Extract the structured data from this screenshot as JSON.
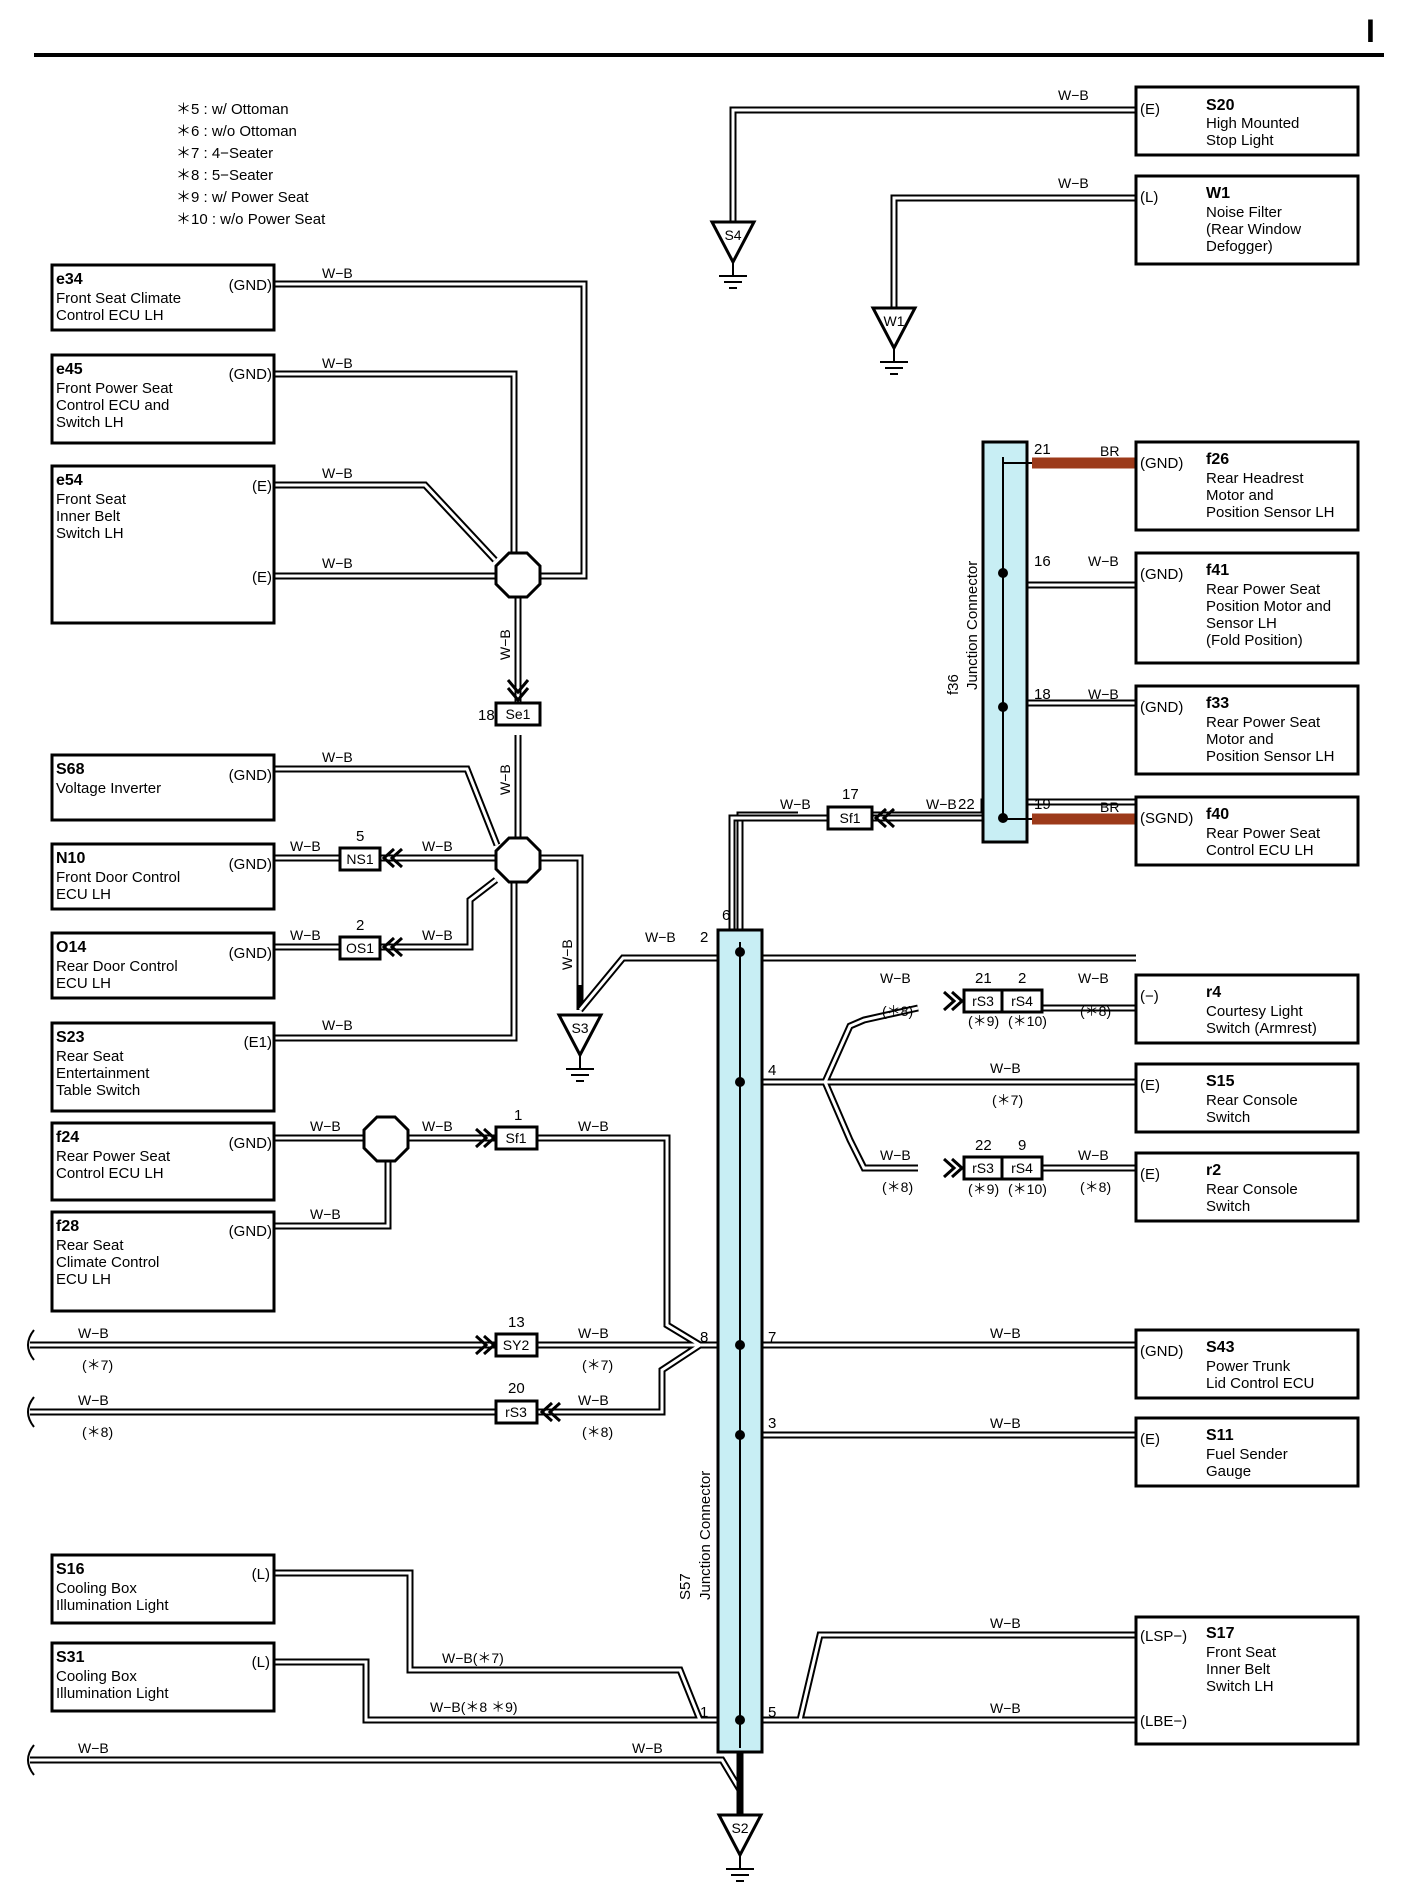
{
  "page": {
    "corner_mark": "I"
  },
  "notes": [
    "＊5 : w/ Ottoman",
    "＊6 : w/o Ottoman",
    "＊7 : 4−Seater",
    "＊8 : 5−Seater",
    "＊9 : w/ Power Seat",
    "＊10 : w/o Power Seat"
  ],
  "wire_color": "W−B",
  "wire_color_br": "BR",
  "colors": {
    "junction_fill": "#c8eef4",
    "br_wire": "#9c3a1a"
  },
  "components": {
    "e34": {
      "code": "e34",
      "name": [
        "Front Seat Climate",
        "Control ECU LH"
      ],
      "pin": "(GND)"
    },
    "e45": {
      "code": "e45",
      "name": [
        "Front Power Seat",
        "Control ECU and",
        "Switch LH"
      ],
      "pin": "(GND)"
    },
    "e54": {
      "code": "e54",
      "name": [
        "Front Seat",
        "Inner Belt",
        "Switch LH"
      ],
      "pin1": "(E)",
      "pin2": "(E)"
    },
    "s68": {
      "code": "S68",
      "name": [
        "Voltage Inverter"
      ],
      "pin": "(GND)"
    },
    "n10": {
      "code": "N10",
      "name": [
        "Front Door Control",
        "ECU LH"
      ],
      "pin": "(GND)"
    },
    "o14": {
      "code": "O14",
      "name": [
        "Rear Door Control",
        "ECU LH"
      ],
      "pin": "(GND)"
    },
    "s23": {
      "code": "S23",
      "name": [
        "Rear Seat",
        "Entertainment",
        "Table Switch"
      ],
      "pin": "(E1)"
    },
    "f24": {
      "code": "f24",
      "name": [
        "Rear Power Seat",
        "Control ECU LH"
      ],
      "pin": "(GND)"
    },
    "f28": {
      "code": "f28",
      "name": [
        "Rear Seat",
        "Climate Control",
        "ECU LH"
      ],
      "pin": "(GND)"
    },
    "s16": {
      "code": "S16",
      "name": [
        "Cooling Box",
        "Illumination Light"
      ],
      "pin": "(L)"
    },
    "s31": {
      "code": "S31",
      "name": [
        "Cooling Box",
        "Illumination Light"
      ],
      "pin": "(L)"
    },
    "s20": {
      "code": "S20",
      "name": [
        "High Mounted",
        "Stop Light"
      ],
      "pin": "(E)"
    },
    "w1": {
      "code": "W1",
      "name": [
        "Noise Filter",
        "(Rear Window",
        " Defogger)"
      ],
      "pin": "(L)"
    },
    "f26": {
      "code": "f26",
      "name": [
        "Rear Headrest",
        "Motor and",
        "Position Sensor LH"
      ],
      "pin": "(GND)"
    },
    "f41": {
      "code": "f41",
      "name": [
        "Rear Power Seat",
        "Position Motor and",
        "Sensor LH",
        "(Fold Position)"
      ],
      "pin": "(GND)"
    },
    "f33": {
      "code": "f33",
      "name": [
        "Rear Power Seat",
        "Motor and",
        "Position Sensor LH"
      ],
      "pin": "(GND)"
    },
    "f40": {
      "code": "f40",
      "name": [
        "Rear Power Seat",
        "Control ECU LH"
      ],
      "pin": "(SGND)"
    },
    "r4": {
      "code": "r4",
      "name": [
        "Courtesy Light",
        "Switch (Armrest)"
      ],
      "pin": "(−)"
    },
    "s15": {
      "code": "S15",
      "name": [
        "Rear Console",
        "Switch"
      ],
      "pin": "(E)"
    },
    "r2": {
      "code": "r2",
      "name": [
        "Rear Console",
        "Switch"
      ],
      "pin": "(E)"
    },
    "s43": {
      "code": "S43",
      "name": [
        "Power Trunk",
        "Lid Control ECU"
      ],
      "pin": "(GND)"
    },
    "s11": {
      "code": "S11",
      "name": [
        "Fuel Sender",
        "Gauge"
      ],
      "pin": "(E)"
    },
    "s17": {
      "code": "S17",
      "name": [
        "Front Seat",
        "Inner Belt",
        "Switch LH"
      ],
      "pin1": "(LSP−)",
      "pin2": "(LBE−)"
    }
  },
  "grounds": {
    "s4": "S4",
    "w1": "W1",
    "s3": "S3",
    "s2": "S2"
  },
  "junctions": {
    "f36": {
      "code": "f36",
      "name": "Junction Connector",
      "pins": {
        "p21": "21",
        "p16": "16",
        "p18": "18",
        "p22": "22",
        "p19": "19"
      }
    },
    "s57": {
      "code": "S57",
      "name": "Junction Connector",
      "pins": {
        "p6": "6",
        "p2": "2",
        "p4": "4",
        "p8": "8",
        "p7": "7",
        "p3": "3",
        "p1": "1",
        "p5": "5"
      }
    }
  },
  "connectors": {
    "se1": {
      "label": "Se1",
      "pin": "18"
    },
    "ns1": {
      "label": "NS1",
      "pin": "5"
    },
    "os1": {
      "label": "OS1",
      "pin": "2"
    },
    "sf1a": {
      "label": "Sf1",
      "pin": "17"
    },
    "sf1b": {
      "label": "Sf1",
      "pin": "1"
    },
    "sy2": {
      "label": "SY2",
      "pin": "13"
    },
    "rs3c": {
      "label": "rS3",
      "pin": "20"
    },
    "rs3a": {
      "label": "rS3",
      "pin": "21"
    },
    "rs4a": {
      "label": "rS4",
      "pin": "2"
    },
    "rs3b": {
      "label": "rS3",
      "pin": "22"
    },
    "rs4b": {
      "label": "rS4",
      "pin": "9"
    }
  },
  "wire_notes": {
    "n7": "(＊7)",
    "n8": "(＊8)",
    "n9": "(＊9)",
    "n10": "(＊10)",
    "wb7": "W−B(＊7)",
    "wb89": "W−B(＊8 ＊9)"
  }
}
